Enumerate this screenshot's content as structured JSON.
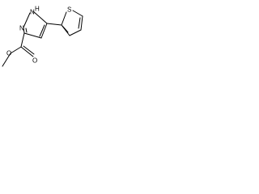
{
  "structure": {
    "atoms": {
      "nh_n": "N",
      "nh_h": "H",
      "ring_n": "N",
      "thiophene_s": "S",
      "carbonyl_o": "O",
      "ester_o": "O"
    },
    "colors": {
      "ink": "#000000",
      "background": "#ffffff"
    }
  }
}
